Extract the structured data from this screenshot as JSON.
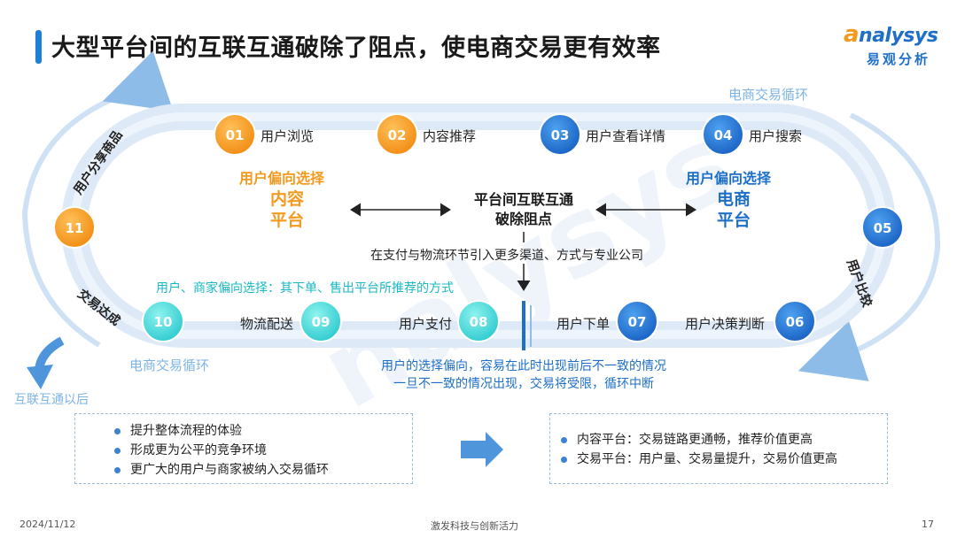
{
  "header": {
    "title": "大型平台间的互联互通破除了阻点，使电商交易更有效率",
    "logo_en_first": "a",
    "logo_en_rest": "nalysys",
    "logo_cn": "易观分析"
  },
  "steps": [
    {
      "num": "01",
      "label": "用户浏览"
    },
    {
      "num": "02",
      "label": "内容推荐"
    },
    {
      "num": "03",
      "label": "用户查看详情"
    },
    {
      "num": "04",
      "label": "用户搜索"
    },
    {
      "num": "05",
      "label": "用户比较"
    },
    {
      "num": "06",
      "label": "用户决策判断"
    },
    {
      "num": "07",
      "label": "用户下单"
    },
    {
      "num": "08",
      "label": "用户支付"
    },
    {
      "num": "09",
      "label": "物流配送"
    },
    {
      "num": "10",
      "label": "交易达成"
    },
    {
      "num": "11",
      "label": "用户分享商品"
    }
  ],
  "loop_labels": {
    "top_right": "电商交易循环",
    "bottom_left": "电商交易循环",
    "interconnect": "互联互通以后"
  },
  "content_platform": {
    "preference": "用户偏向选择",
    "name_line1": "内容",
    "name_line2": "平台"
  },
  "ecommerce_platform": {
    "preference": "用户偏向选择",
    "name_line1": "电商",
    "name_line2": "平台"
  },
  "center": {
    "line1": "平台间互联互通",
    "line2": "破除阻点",
    "note": "在支付与物流环节引入更多渠道、方式与专业公司"
  },
  "merchant_note": "用户、商家偏向选择：其下单、售出平台所推荐的方式",
  "break_note": {
    "line1": "用户的选择偏向，容易在此时出现前后不一致的情况",
    "line2": "一旦不一致的情况出现，交易将受限，循环中断"
  },
  "benefits_left": [
    "提升整体流程的体验",
    "形成更为公平的竞争环境",
    "更广大的用户与商家被纳入交易循环"
  ],
  "benefits_right": [
    "内容平台：交易链路更通畅，推荐价值更高",
    "交易平台：用户量、交易量提升，交易价值更高"
  ],
  "footer": {
    "date": "2024/11/12",
    "slogan": "激发科技与创新活力",
    "page": "17"
  },
  "colors": {
    "accent_blue": "#1e7fd6",
    "orange": "#f39a1e",
    "teal": "#3dd6d8",
    "track": "#dde9f6"
  },
  "icons": {
    "arrow": "arrow-right-icon",
    "double_arrow": "double-arrow-icon",
    "loop_arrow": "curved-arrow-icon"
  }
}
